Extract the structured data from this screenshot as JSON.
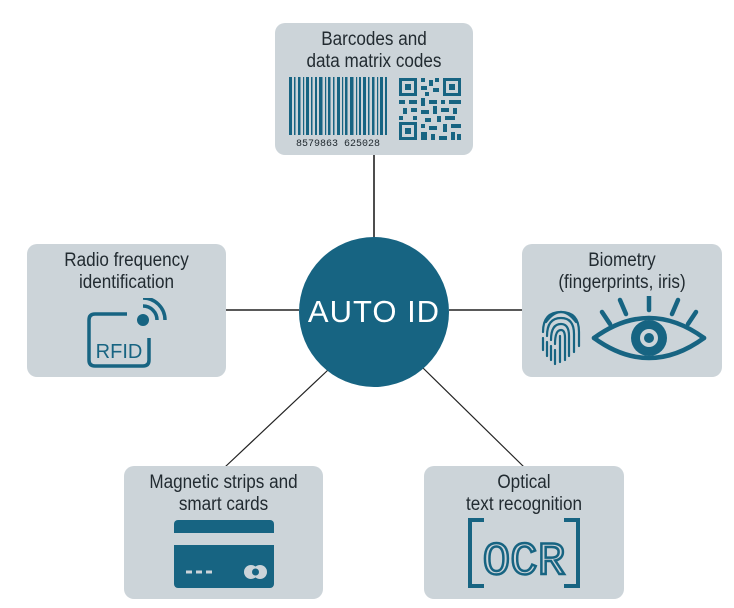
{
  "center": {
    "label": "AUTO ID"
  },
  "colors": {
    "accent": "#176482",
    "box_bg": "#ccd4d9",
    "connector": "#222222",
    "text": "#222b31"
  },
  "nodes": {
    "barcodes": {
      "title_line1": "Barcodes and",
      "title_line2": "data matrix codes",
      "barcode_number": "8579863 625028",
      "icons": [
        "barcode-icon",
        "data-matrix-icon"
      ]
    },
    "rfid": {
      "title_line1": "Radio frequency",
      "title_line2": "identification",
      "tag_label": "RFID",
      "icons": [
        "rfid-tag-icon"
      ]
    },
    "biometry": {
      "title_line1": "Biometry",
      "title_line2": "(fingerprints, iris)",
      "icons": [
        "fingerprint-icon",
        "eye-icon"
      ]
    },
    "magnetic": {
      "title_line1": "Magnetic strips and",
      "title_line2": "smart cards",
      "icons": [
        "smart-card-icon"
      ]
    },
    "ocr": {
      "title_line1": "Optical",
      "title_line2": "text recognition",
      "ocr_label": "OCR",
      "icons": [
        "ocr-icon"
      ]
    }
  }
}
